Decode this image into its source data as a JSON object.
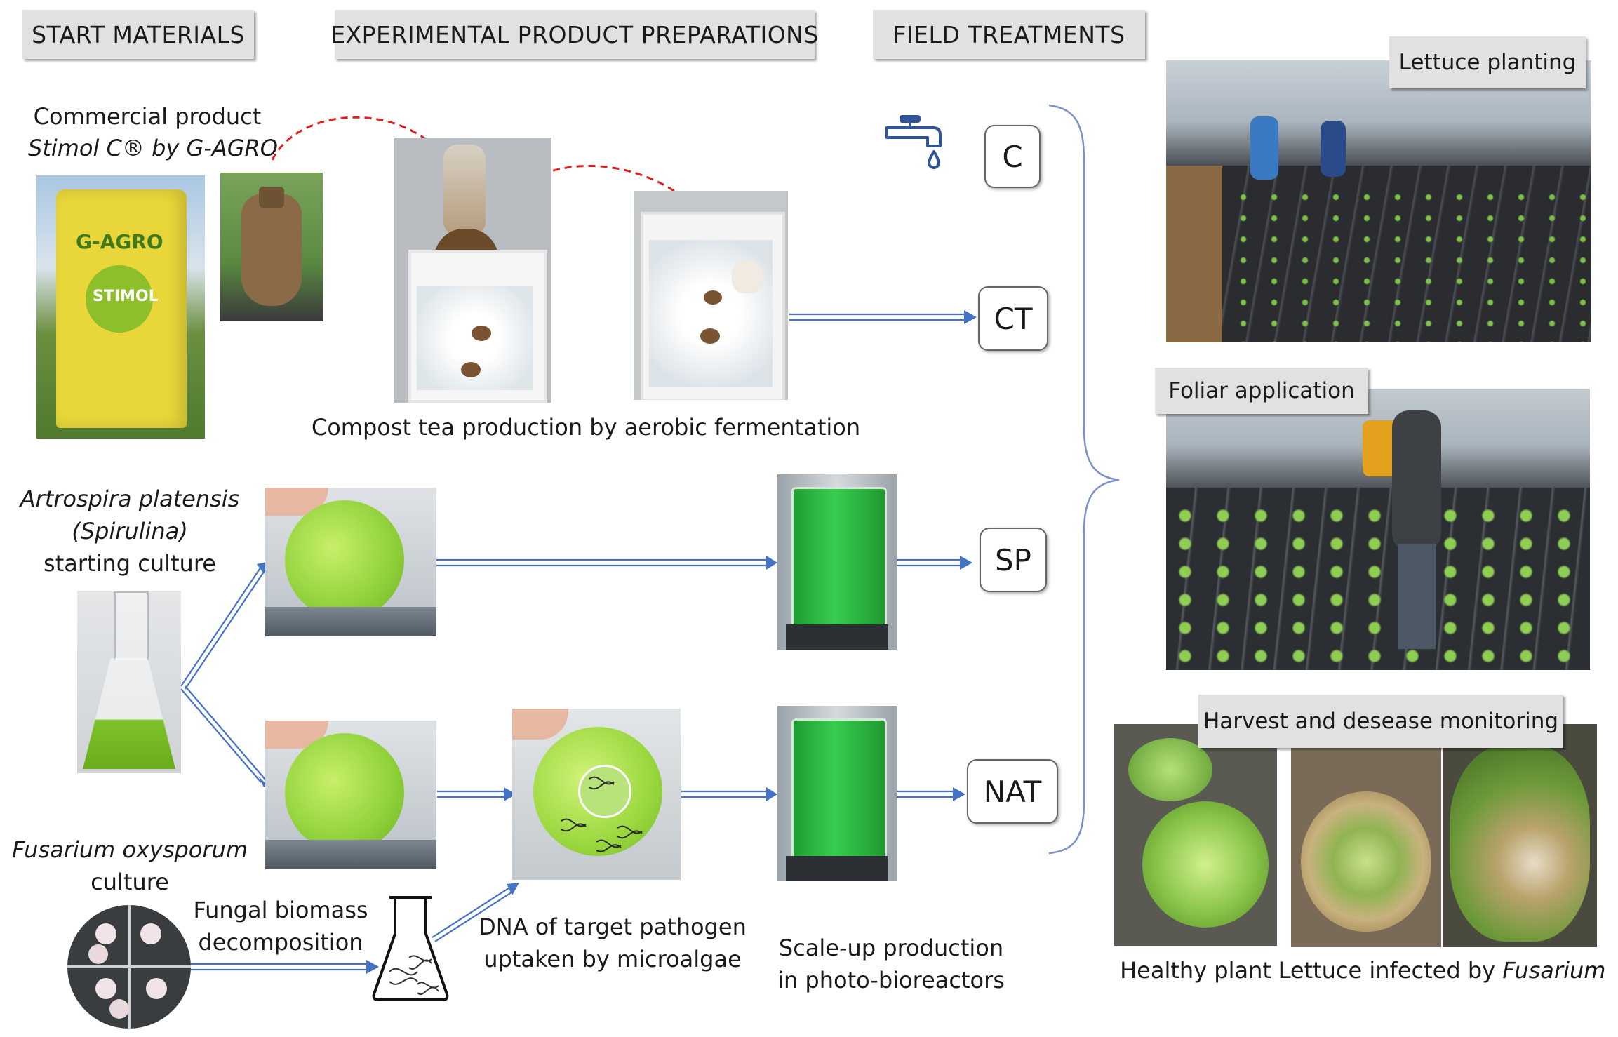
{
  "headers": {
    "start": "START MATERIALS",
    "prep": "EXPERIMENTAL PRODUCT PREPARATIONS",
    "field": "FIELD TREATMENTS"
  },
  "captions": {
    "commercial_line1": "Commercial product",
    "commercial_line2": "Stimol C® by G-AGRO",
    "compost_tea": "Compost tea production by aerobic fermentation",
    "spirulina_line1": "Artrospira platensis",
    "spirulina_line2": "(Spirulina)",
    "spirulina_line3": "starting culture",
    "fusarium_line1": "Fusarium oxysporum",
    "fusarium_line2": "culture",
    "fungal_line1": "Fungal biomass",
    "fungal_line2": "decomposition",
    "dna_line1": "DNA of target pathogen",
    "dna_line2": "uptaken by microalgae",
    "scaleup_line1": "Scale-up production",
    "scaleup_line2": "in photo-bioreactors"
  },
  "bag_text": {
    "brand": "G-AGRO",
    "product": "STIMOL"
  },
  "treatments": [
    "C",
    "CT",
    "SP",
    "NAT"
  ],
  "field_photos": {
    "planting": "Lettuce planting",
    "foliar": "Foliar application",
    "harvest": "Harvest and desease monitoring",
    "healthy": "Healthy plant",
    "infected_prefix": "Lettuce infected by ",
    "infected_italic": "Fusarium"
  },
  "colors": {
    "arrow_blue": "#4472c4",
    "arrow_red": "#e02020",
    "header_grey": "#e1e1e1",
    "spirulina_green": "#8fd13a",
    "reactor_green": "#27b53a"
  },
  "icons": {
    "tap": "water-tap-icon",
    "flask": "erlenmeyer-flask-icon"
  }
}
